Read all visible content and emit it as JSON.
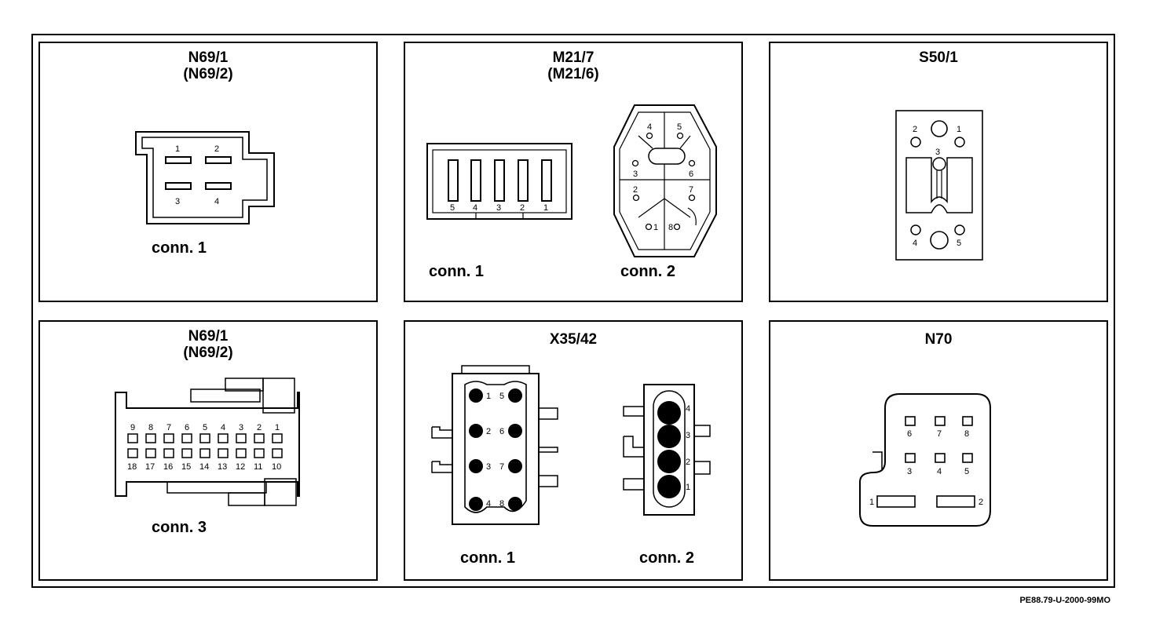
{
  "panels": {
    "p1": {
      "title1": "N69/1",
      "title2": "(N69/2)",
      "conn": "conn. 1",
      "pins": [
        "1",
        "2",
        "3",
        "4"
      ]
    },
    "p2": {
      "title1": "M21/7",
      "title2": "(M21/6)",
      "conn1": "conn. 1",
      "conn2": "conn. 2",
      "pins_c1": [
        "5",
        "4",
        "3",
        "2",
        "1"
      ],
      "pins_c2": [
        "4",
        "5",
        "3",
        "6",
        "2",
        "7",
        "1",
        "8"
      ]
    },
    "p3": {
      "title1": "S50/1",
      "pins": [
        "2",
        "1",
        "3",
        "4",
        "5"
      ]
    },
    "p4": {
      "title1": "N69/1",
      "title2": "(N69/2)",
      "conn": "conn. 3",
      "pins_top": [
        "9",
        "8",
        "7",
        "6",
        "5",
        "4",
        "3",
        "2",
        "1"
      ],
      "pins_bottom": [
        "18",
        "17",
        "16",
        "15",
        "14",
        "13",
        "12",
        "11",
        "10"
      ]
    },
    "p5": {
      "title1": "X35/42",
      "conn1": "conn. 1",
      "conn2": "conn. 2",
      "pins_c1": [
        "1",
        "5",
        "2",
        "6",
        "3",
        "7",
        "4",
        "8"
      ],
      "pins_c2": [
        "4",
        "3",
        "2",
        "1"
      ]
    },
    "p6": {
      "title1": "N70",
      "pins": [
        "6",
        "7",
        "8",
        "3",
        "4",
        "5",
        "1",
        "2"
      ]
    }
  },
  "footer_code": "PE88.79-U-2000-99MO"
}
